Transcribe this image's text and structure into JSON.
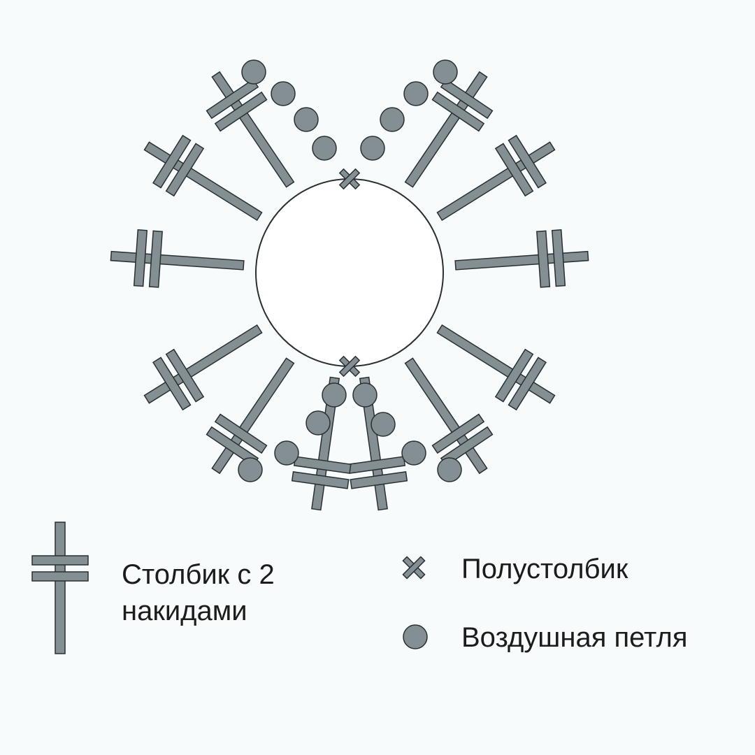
{
  "colors": {
    "background": "#f7fbfb",
    "symbol_fill": "#848f94",
    "symbol_stroke": "#2a2f31",
    "ring_stroke": "#2a2f31",
    "text": "#1c1c1c"
  },
  "pattern": {
    "center": "magic-ring",
    "stitches": [
      "slip-stitch",
      "chain",
      "chain",
      "chain",
      "chain",
      "double-treble",
      "double-treble",
      "double-treble",
      "double-treble",
      "double-treble",
      "double-treble",
      "chain",
      "chain",
      "chain",
      "chain",
      "slip-stitch",
      "chain",
      "chain",
      "chain",
      "chain",
      "double-treble",
      "double-treble",
      "double-treble",
      "double-treble",
      "double-treble",
      "double-treble",
      "chain",
      "chain",
      "chain",
      "chain"
    ]
  },
  "legend": {
    "double_treble": {
      "icon": "double-treble-stitch-icon",
      "label": "Столбик с 2\nнакидами"
    },
    "slip_stitch": {
      "icon": "slip-stitch-icon",
      "label": "Полустолбик"
    },
    "chain": {
      "icon": "chain-stitch-icon",
      "label": "Воздушная петля"
    }
  }
}
